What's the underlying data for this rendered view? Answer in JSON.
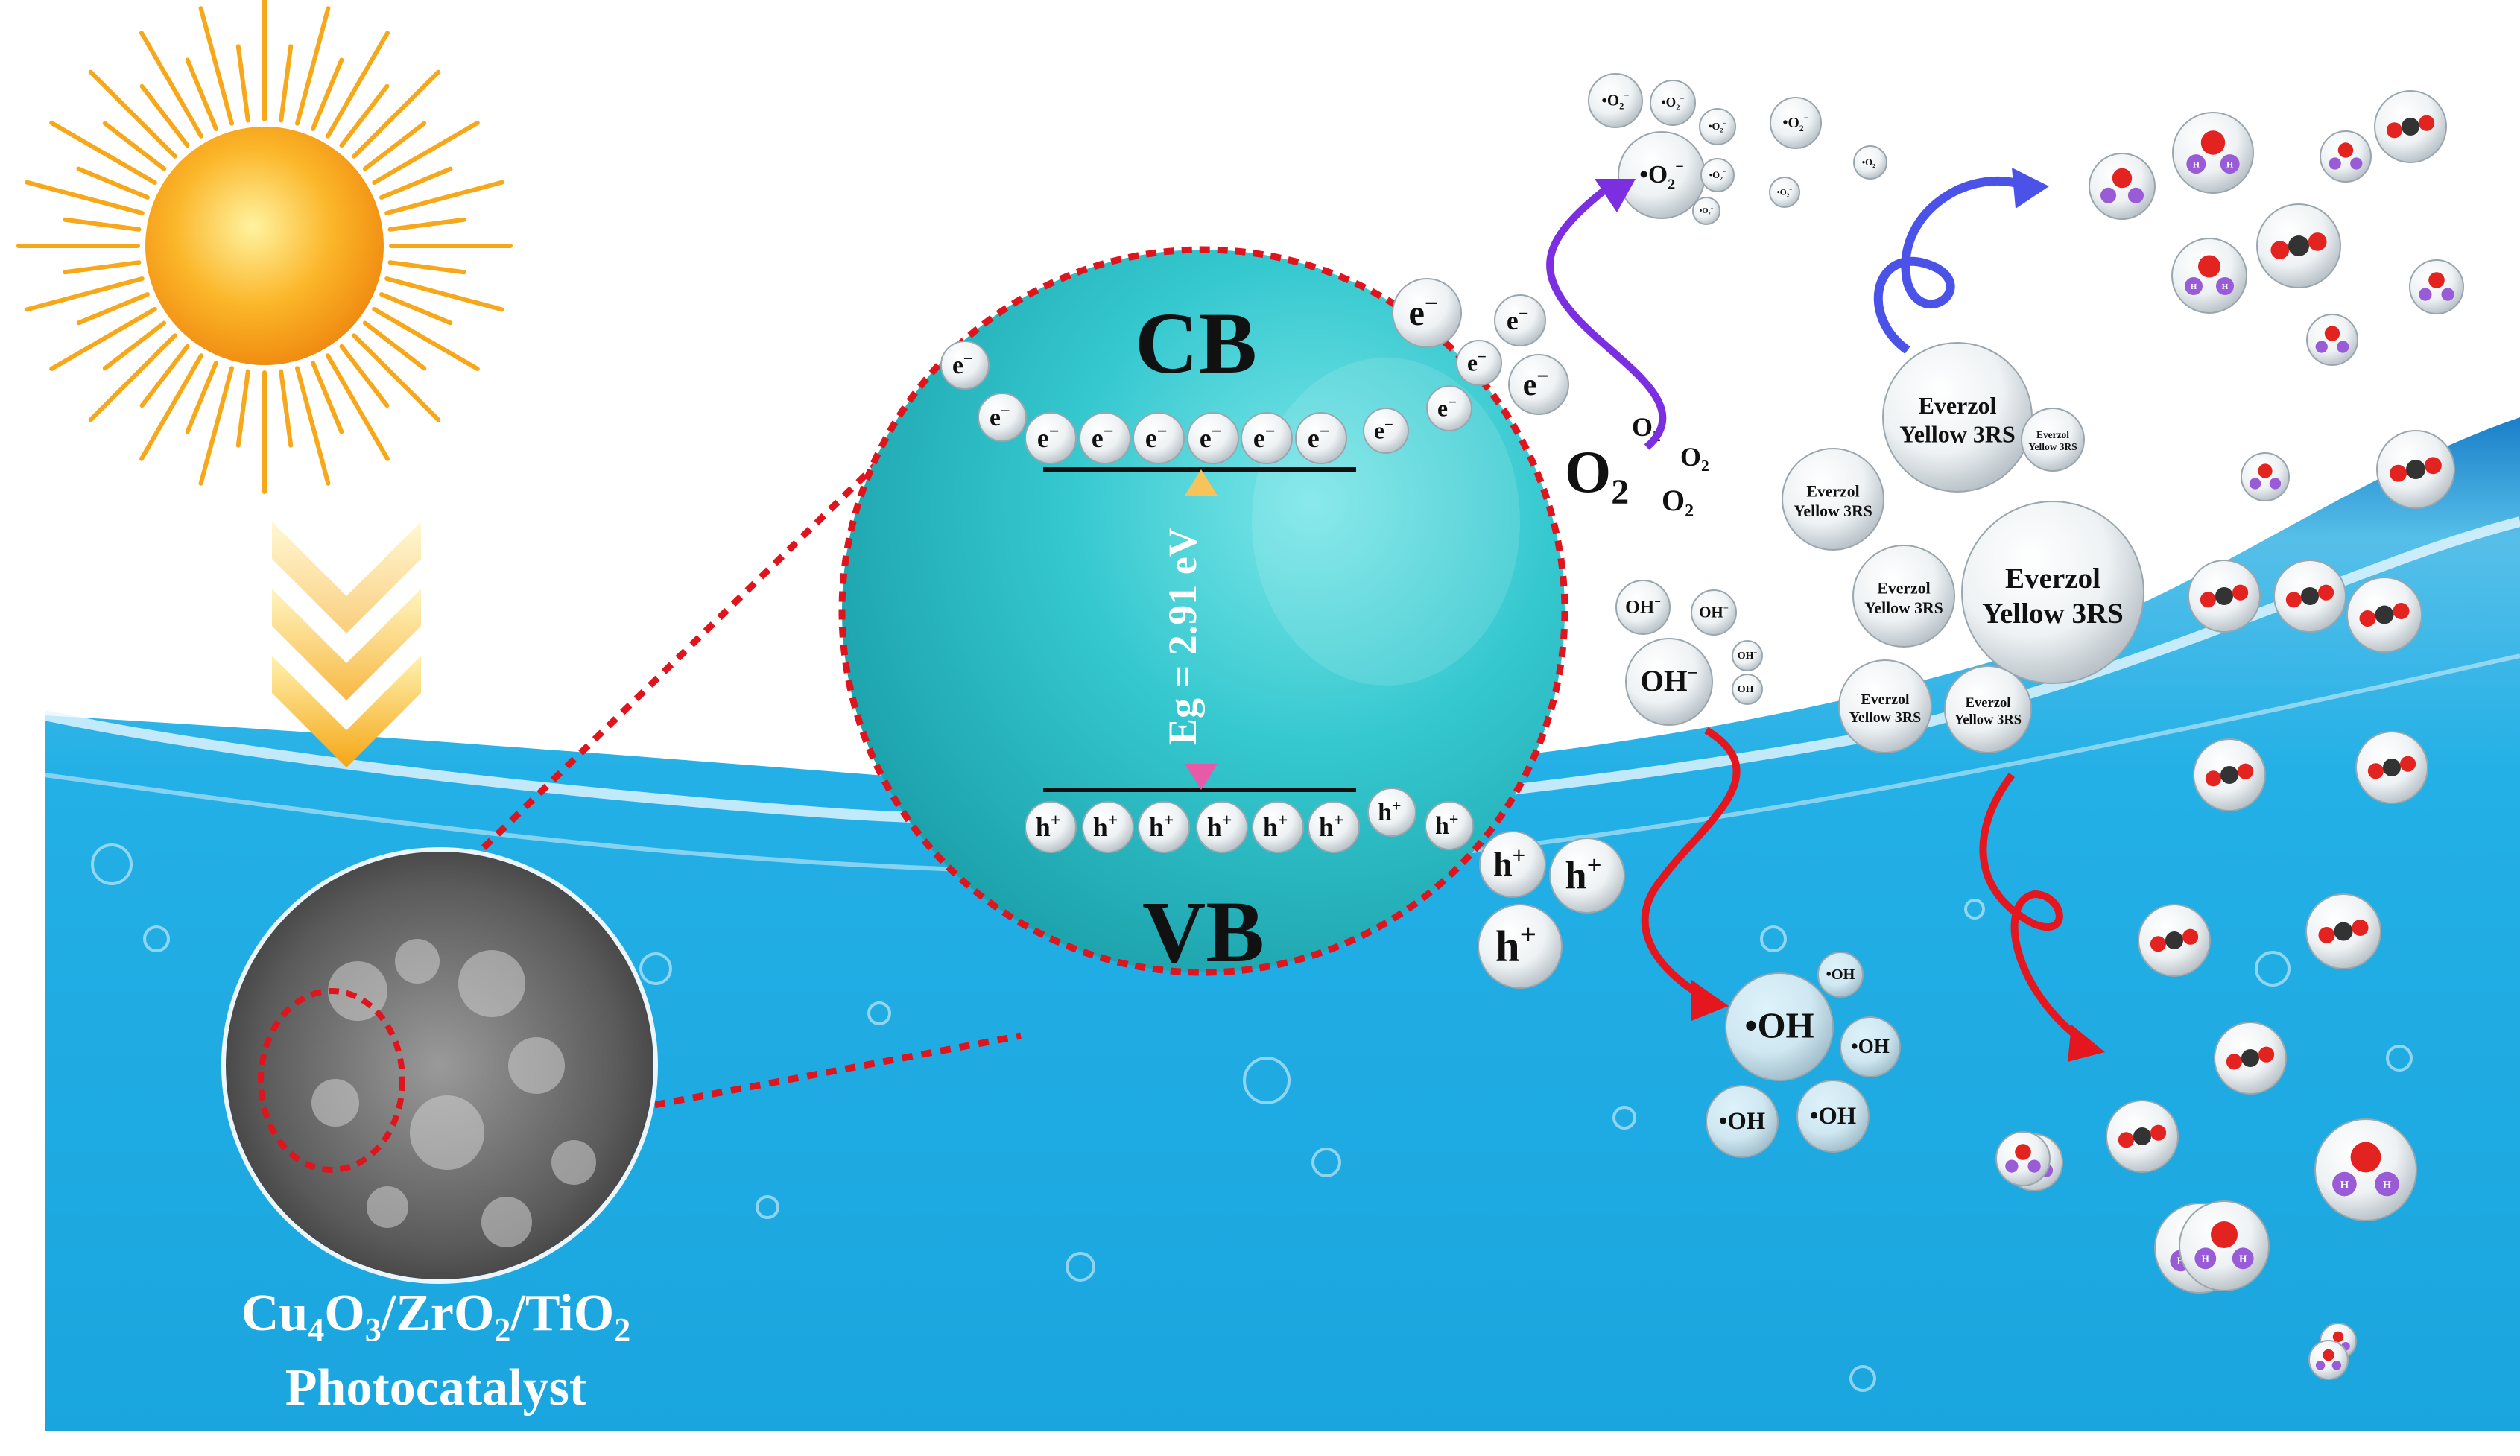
{
  "catalyst": {
    "formula_parts": [
      "Cu",
      "4",
      "O",
      "3",
      "/ZrO",
      "2",
      "/TiO",
      "2"
    ],
    "line2": "Photocatalyst"
  },
  "band": {
    "cb": "CB",
    "vb": "VB",
    "gap_label": "Eg = 2.91 eV",
    "electron_sym": "e",
    "electron_sup": "−",
    "hole_sym": "h",
    "hole_sup": "+"
  },
  "species": {
    "superoxide": "•O",
    "superoxide_sub": "2",
    "superoxide_sup": "−",
    "oxygen": "O",
    "oxygen_sub": "2",
    "hydroxide": "OH",
    "hydroxide_sup": "−",
    "hydroxyl_radical": "•OH",
    "h_atom": "H"
  },
  "dye": {
    "line1": "Everzol",
    "line2": "Yellow 3RS"
  },
  "colors": {
    "water": "#1fb1e6",
    "sphere": "#35c8cf",
    "dashed": "#e0141c",
    "sun": "#f7a81a",
    "purple_arrow": "#7b2fe0",
    "blue_arrow": "#4a52e8",
    "red_arrow": "#e5161d",
    "oxygen_atom": "#e3231f",
    "hydrogen_atom": "#9a5cd6",
    "carbon_atom": "#333333"
  }
}
